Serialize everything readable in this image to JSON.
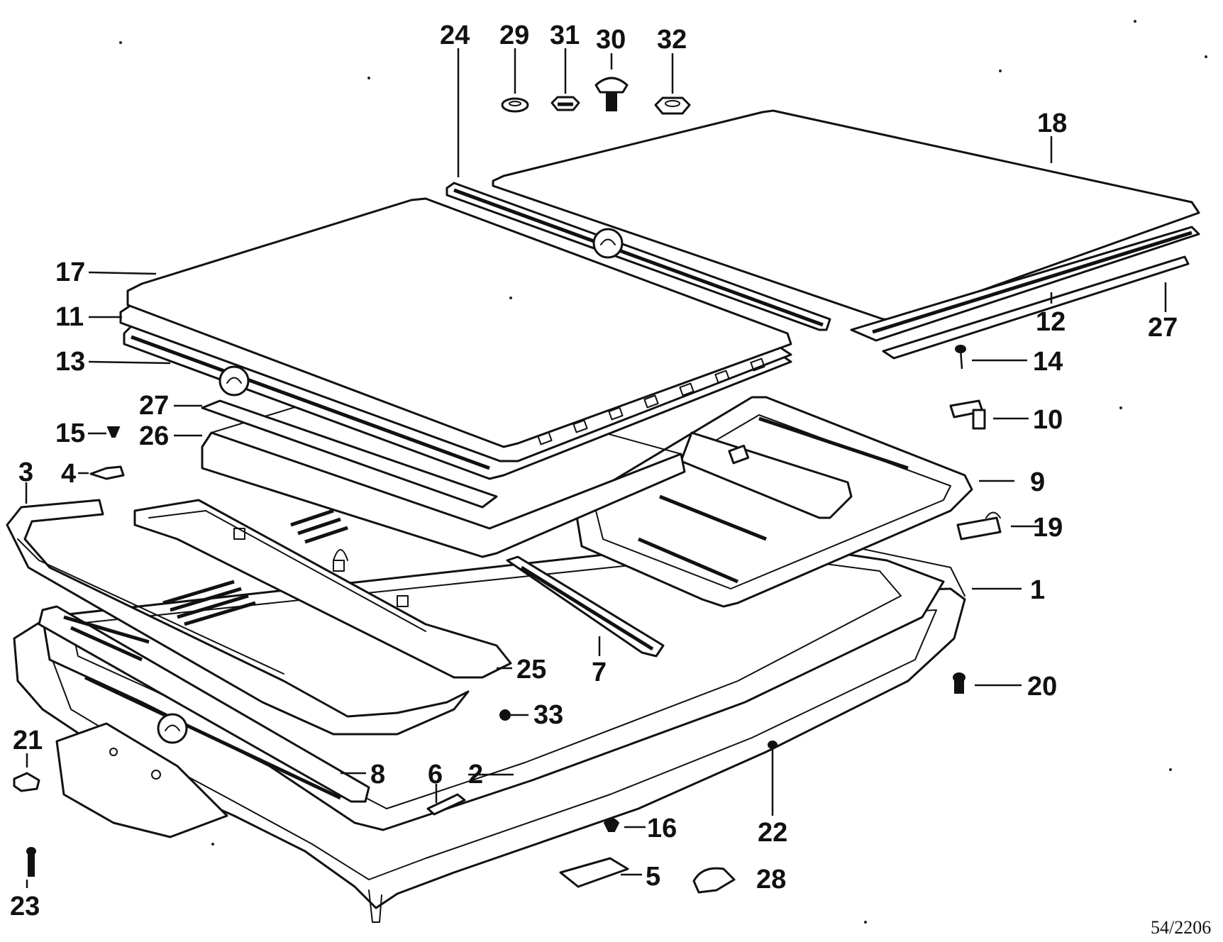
{
  "callouts": {
    "c1": "1",
    "c2": "2",
    "c3": "3",
    "c4": "4",
    "c5": "5",
    "c6": "6",
    "c7": "7",
    "c8": "8",
    "c9": "9",
    "c10": "10",
    "c11": "11",
    "c12": "12",
    "c13": "13",
    "c14": "14",
    "c15": "15",
    "c16": "16",
    "c17": "17",
    "c18": "18",
    "c19": "19",
    "c20": "20",
    "c21": "21",
    "c22": "22",
    "c23": "23",
    "c24": "24",
    "c25": "25",
    "c26": "26",
    "c27a": "27",
    "c27b": "27",
    "c28": "28",
    "c29": "29",
    "c30": "30",
    "c31": "31",
    "c32": "32",
    "c33": "33"
  },
  "reference": "54/2206"
}
